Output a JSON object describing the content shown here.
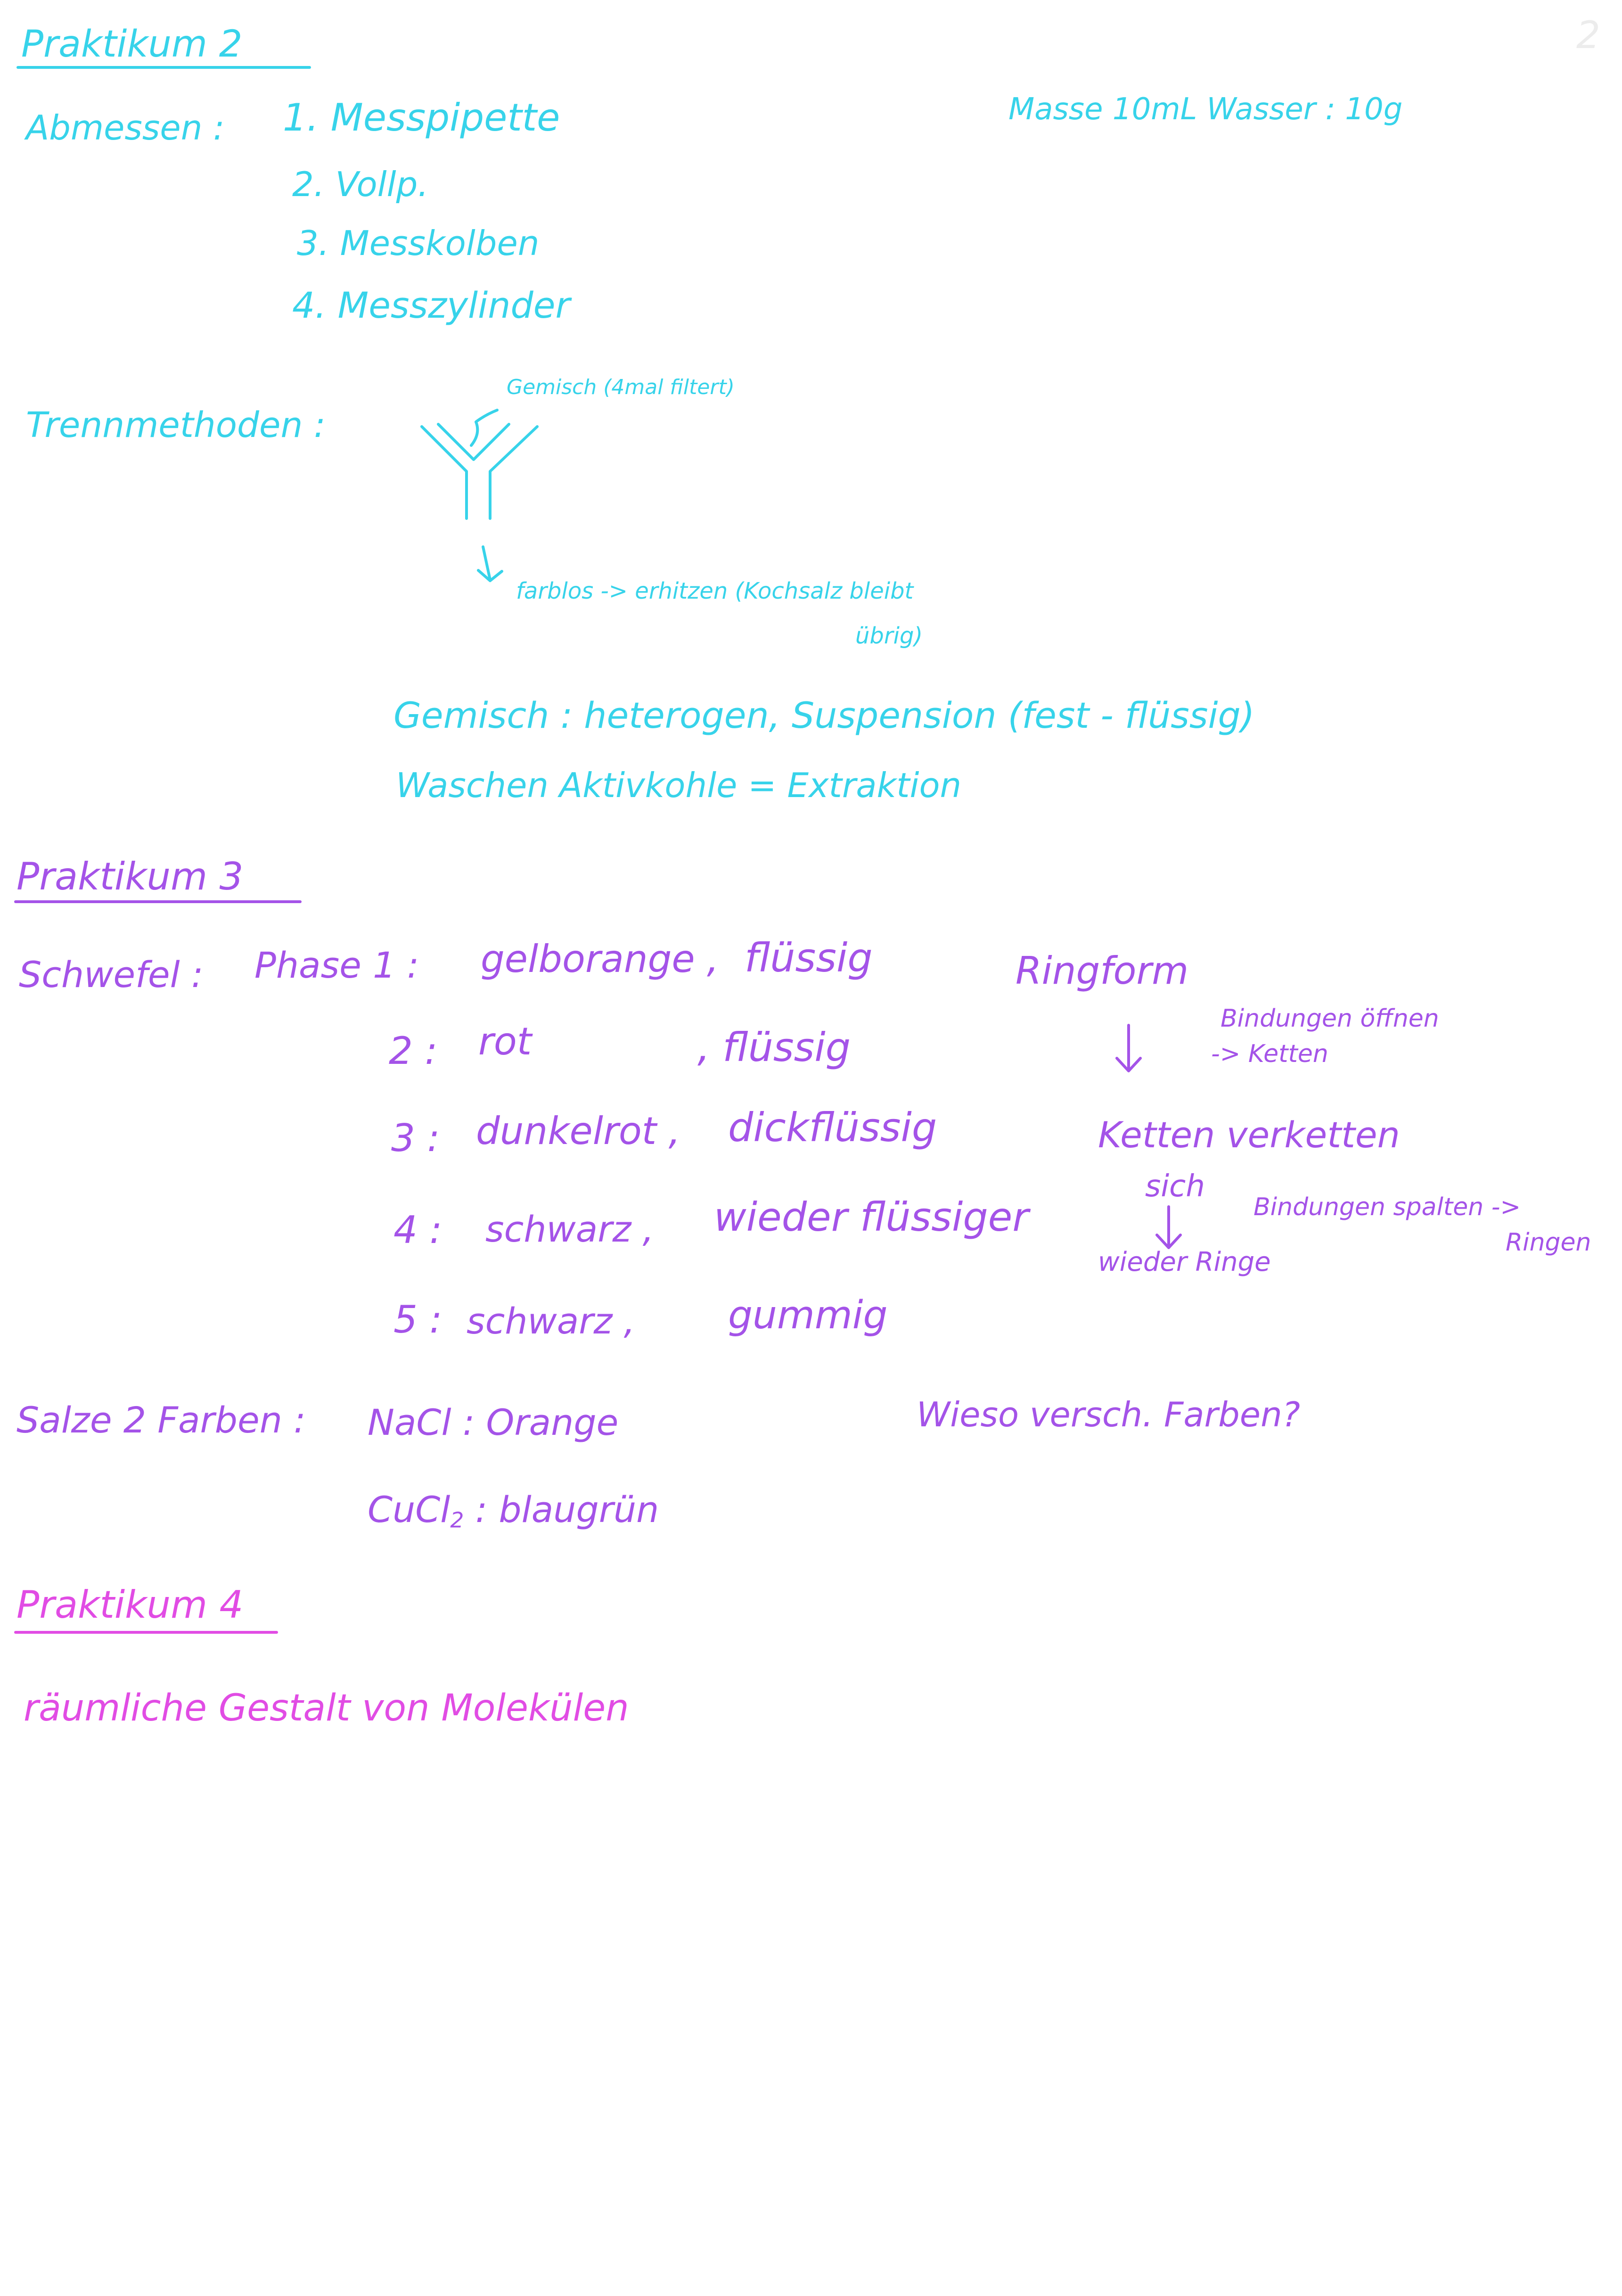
{
  "page_number": "2",
  "section2": {
    "heading": "Praktikum 2",
    "abmessen_label": "Abmessen :",
    "items": [
      "1. Messpipette",
      "2. Vollp.",
      "3. Messkolben",
      "4. Messzylinder"
    ],
    "masse_note": "Masse 10mL Wasser : 10g",
    "trenn_label": "Trennmethoden :",
    "gemisch_annotation": "Gemisch (4mal filtert)",
    "farblos_note": "farblos -> erhitzen (Kochsalz bleibt",
    "farblos_note_2": "übrig)",
    "gemisch_line": "Gemisch : heterogen, Suspension (fest - flüssig)",
    "waschen_line": "Waschen Aktivkohle = Extraktion"
  },
  "section3": {
    "heading": "Praktikum 3",
    "schwefel_label": "Schwefel :",
    "phase_label": "Phase 1 :",
    "phases": [
      {
        "num": "",
        "color": "gelborange ,",
        "state": "flüssig"
      },
      {
        "num": "2 :",
        "color": "rot",
        "state": ", flüssig"
      },
      {
        "num": "3 :",
        "color": "dunkelrot ,",
        "state": "dickflüssig"
      },
      {
        "num": "4 :",
        "color": "schwarz ,",
        "state": "wieder flüssiger"
      },
      {
        "num": "5 :",
        "color": "schwarz ,",
        "state": "gummig"
      }
    ],
    "ringform": "Ringform",
    "bindungen_oeffnen": "Bindungen öffnen",
    "ketten_arrow": "-> Ketten",
    "ketten_verketten": "Ketten verketten",
    "sich": "sich",
    "bindungen_spalten": "Bindungen spalten ->",
    "ringen": "Ringen",
    "wieder_ringe": "wieder Ringe",
    "salze_label": "Salze 2 Farben :",
    "nacl": "NaCl : Orange",
    "cucl2_formula": "CuCl",
    "cucl2_sub": "2",
    "cucl2_color": ": blaugrün",
    "wieso": "Wieso versch. Farben?"
  },
  "section4": {
    "heading": "Praktikum 4",
    "text": "räumliche Gestalt von Molekülen"
  },
  "colors": {
    "cyan_ink": "#37d3ea",
    "violet_ink": "#a453e8",
    "magenta_ink": "#e14ce4"
  }
}
